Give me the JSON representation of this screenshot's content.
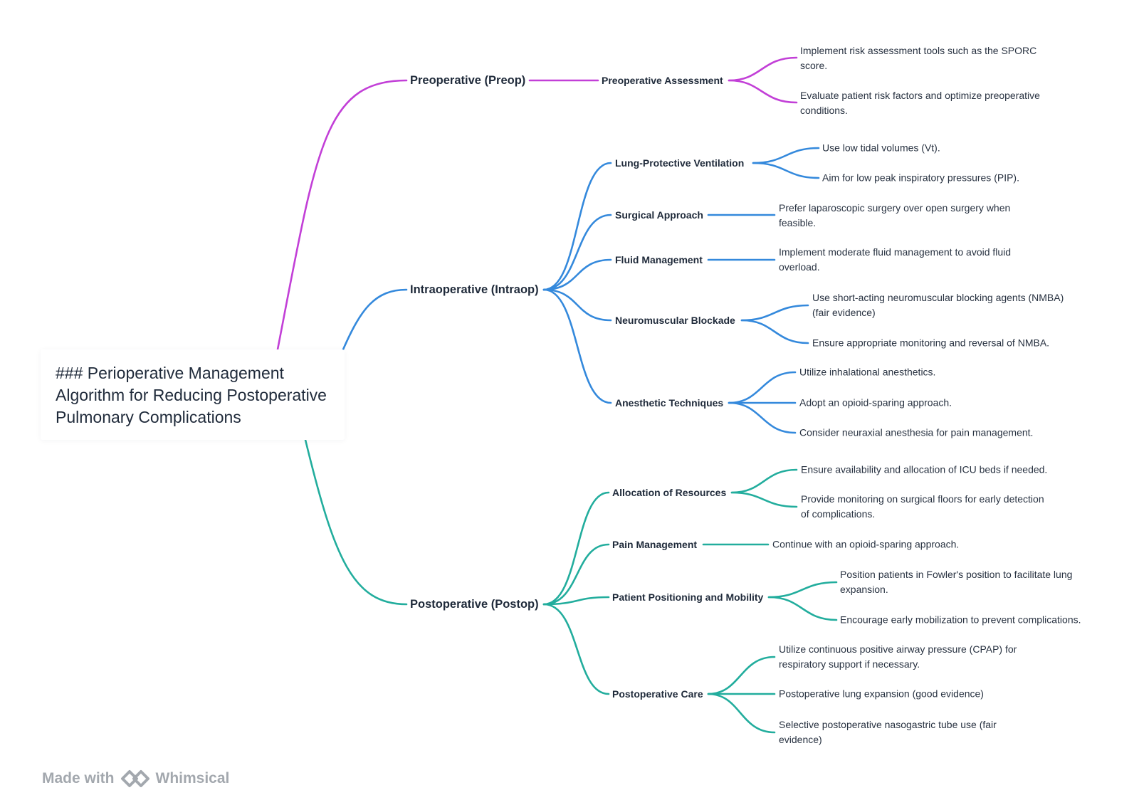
{
  "board": {
    "root": "### Perioperative Management Algorithm for Reducing Postoperative Pulmonary Complications"
  },
  "colors": {
    "text": "#1f2a3a",
    "leaf_text": "#283241",
    "footer": "#a3a8ae"
  },
  "branches": [
    {
      "label": "Preoperative (Preop)",
      "color": "#c23fd7",
      "children": [
        {
          "label": "Preoperative Assessment",
          "items": [
            "Implement risk assessment tools such as the SPORC score.",
            "Evaluate patient risk factors and optimize preoperative conditions."
          ]
        }
      ]
    },
    {
      "label": "Intraoperative (Intraop)",
      "color": "#3489dc",
      "children": [
        {
          "label": "Lung-Protective Ventilation",
          "items": [
            "Use low tidal volumes (Vt).",
            "Aim for low peak inspiratory pressures (PIP)."
          ]
        },
        {
          "label": "Surgical Approach",
          "items": [
            "Prefer laparoscopic surgery over open surgery when feasible."
          ]
        },
        {
          "label": "Fluid Management",
          "items": [
            "Implement moderate fluid management to avoid fluid overload."
          ]
        },
        {
          "label": "Neuromuscular Blockade",
          "items": [
            "Use short-acting neuromuscular blocking agents (NMBA) (fair evidence)",
            "Ensure appropriate monitoring and reversal of NMBA."
          ]
        },
        {
          "label": "Anesthetic Techniques",
          "items": [
            "Utilize inhalational anesthetics.",
            "Adopt an opioid-sparing approach.",
            "Consider neuraxial anesthesia for pain management."
          ]
        }
      ]
    },
    {
      "label": "Postoperative (Postop)",
      "color": "#22ad9d",
      "children": [
        {
          "label": "Allocation of Resources",
          "items": [
            "Ensure availability and allocation of ICU beds if needed.",
            "Provide monitoring on surgical floors for early detection of complications."
          ]
        },
        {
          "label": "Pain Management",
          "items": [
            "Continue with an opioid-sparing approach."
          ]
        },
        {
          "label": "Patient Positioning and Mobility",
          "items": [
            "Position patients in Fowler's position to facilitate lung expansion.",
            "Encourage early mobilization to prevent complications."
          ]
        },
        {
          "label": "Postoperative Care",
          "items": [
            "Utilize continuous positive airway pressure (CPAP) for respiratory support if necessary.",
            "Postoperative lung expansion (good evidence)",
            "Selective postoperative nasogastric tube use (fair evidence)"
          ]
        }
      ]
    }
  ],
  "footer": {
    "made_with": "Made with",
    "brand": "Whimsical",
    "logo_icon": "whimsical-logo-icon"
  }
}
